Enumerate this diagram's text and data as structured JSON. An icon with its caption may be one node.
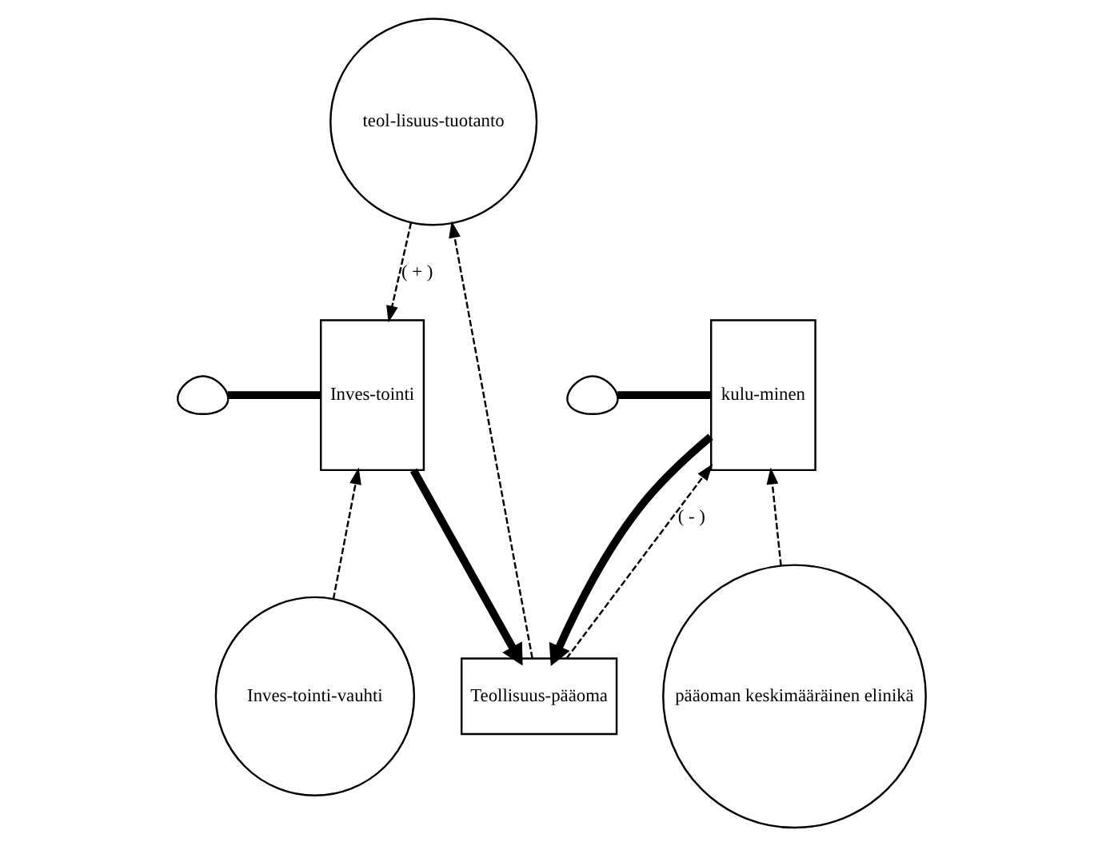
{
  "diagram": {
    "nodes": [
      {
        "text": [],
        "shape": "cloud"
      },
      {
        "text": [
          "Inves-tointi"
        ]
      },
      {
        "text": [
          "Teollisuus-pääoma"
        ]
      },
      {
        "text": [
          "kulu-minen"
        ]
      },
      {
        "text": [],
        "shape": "cloud"
      },
      {
        "text": [
          "teol-lisuus-tuotanto"
        ]
      },
      {
        "text": [
          "Inves-tointi-vauhti"
        ]
      },
      {
        "text": [
          "pääoman keskimääräinen elinikä"
        ]
      }
    ],
    "edges": [
      {
        "from": 0,
        "to": 1,
        "arrow": "none",
        "style": "thick"
      },
      {
        "from": 1,
        "to": 2,
        "arrow": "to",
        "style": "thick"
      },
      {
        "from": 4,
        "to": 3,
        "arrow": "none",
        "style": "thick"
      },
      {
        "from": 3,
        "to": 2,
        "arrow": "to",
        "style": "thick"
      },
      {
        "from": 2,
        "to": 5,
        "arrow": "to",
        "style": "dashed"
      },
      {
        "from": 5,
        "to": 1,
        "arrow": "to",
        "style": "dashed",
        "label": "( + )"
      },
      {
        "from": 2,
        "to": 3,
        "arrow": "to",
        "style": "dashed",
        "label": "( - )"
      },
      {
        "from": 6,
        "to": 1,
        "arrow": "to",
        "style": "dashed"
      },
      {
        "from": 7,
        "to": 3,
        "arrow": "to",
        "style": "dashed"
      }
    ]
  }
}
